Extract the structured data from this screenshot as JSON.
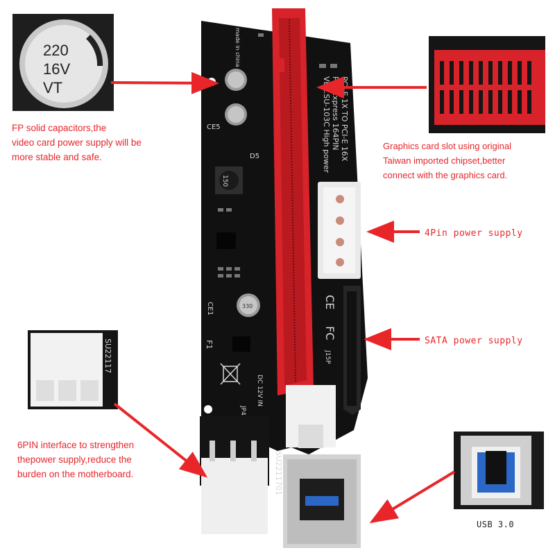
{
  "callouts": {
    "capacitor": [
      "FP solid capacitors,the",
      "video card power supply will be",
      "more stable and safe."
    ],
    "slot": [
      "Graphics card slot using original",
      "Taiwan imported chipset,better",
      "connect with the graphics card."
    ],
    "four_pin": "4Pin power supply",
    "sata": "SATA power supply",
    "six_pin": [
      "6PIN interface to strengthen",
      "thepower supply,reduce the",
      "burden on the motherboard."
    ],
    "usb": "USB 3.0"
  },
  "board_markings": {
    "capacitor_label": [
      "220",
      "16V",
      "VT"
    ],
    "title_line1": "PCI-E 1X TO PCI-E 16X",
    "title_line2": "PCI Express 164PIN",
    "version": "VER.SU-103C High power",
    "serial": "SU2211701",
    "serial_inset": "SU22117",
    "ce1": "CE1",
    "ce5": "CE5",
    "d5": "D5",
    "f1": "F1",
    "jp4": "JP4",
    "dc12v": "DC 12V IN",
    "j15p": "J15P",
    "ce_mark": "CE",
    "fc_mark": "FC",
    "inductor": "150",
    "cap_small": "330",
    "made_in": "made in china"
  },
  "colors": {
    "accent": "#e8262a",
    "pcb": "#111111",
    "slot": "#d8232a"
  }
}
